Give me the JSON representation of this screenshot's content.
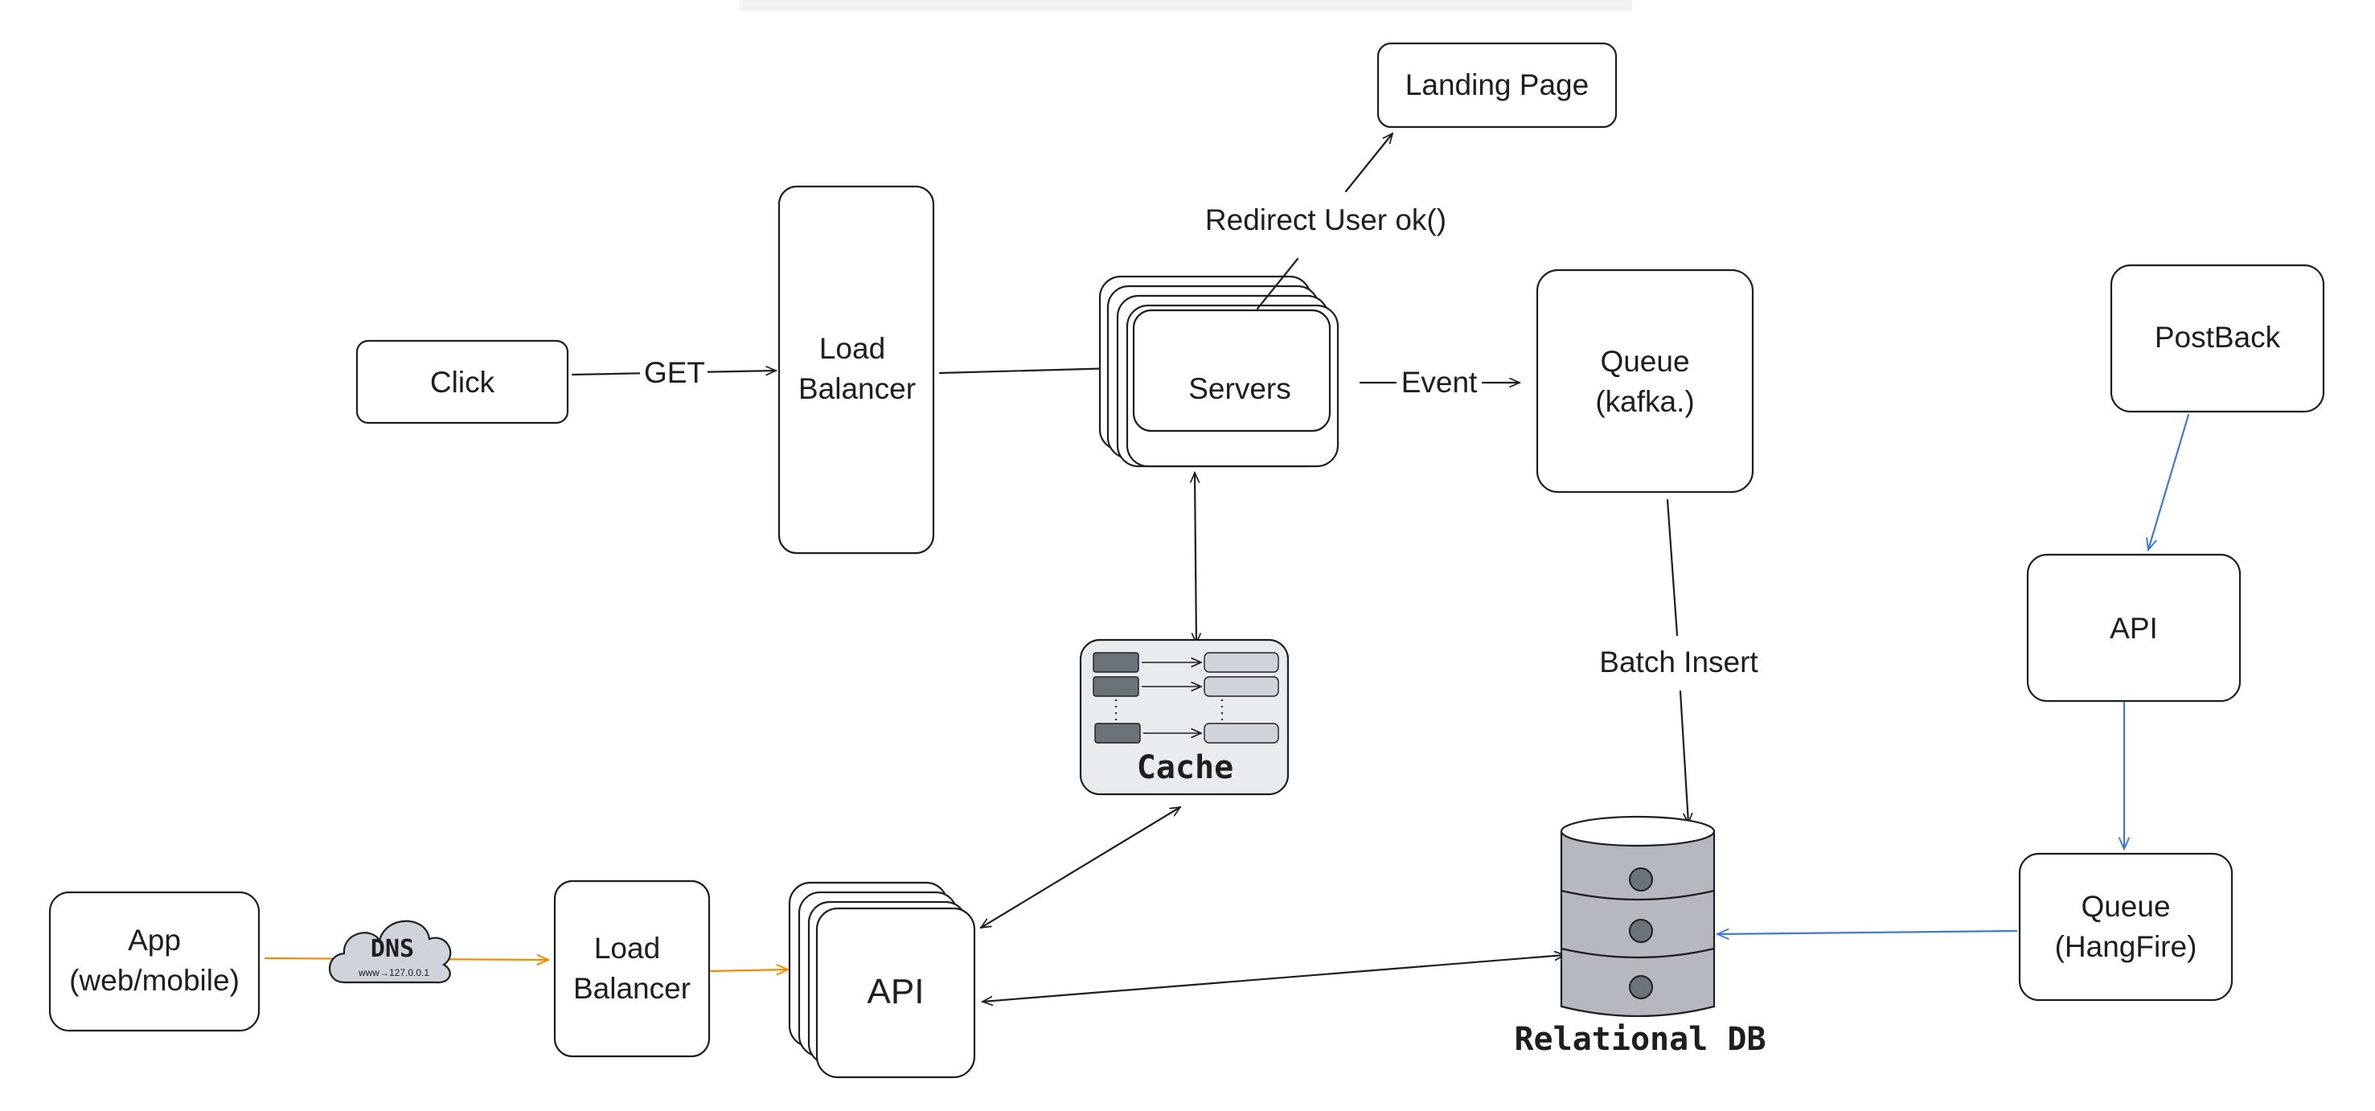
{
  "nodes": {
    "click": "Click",
    "lb_top_line1": "Load",
    "lb_top_line2": "Balancer",
    "servers": "Servers",
    "landing": "Landing Page",
    "queue_kafka_line1": "Queue",
    "queue_kafka_line2": "(kafka.)",
    "postback": "PostBack",
    "api_right": "API",
    "queue_hf_line1": "Queue",
    "queue_hf_line2": "(HangFire)",
    "cache": "Cache",
    "db": "Relational DB",
    "app_line1": "App",
    "app_line2": "(web/mobile)",
    "dns": "DNS",
    "dns_sub": "www→127.0.0.1",
    "lb_bottom_line1": "Load",
    "lb_bottom_line2": "Balancer",
    "api_bottom": "API"
  },
  "edges": {
    "get": "GET",
    "redirect": "Redirect User ok()",
    "event": "Event",
    "batch": "Batch Insert"
  },
  "colors": {
    "stroke": "#1e1e1e",
    "blue_arrow": "#3b7bd4",
    "orange_arrow": "#f08c00",
    "db_fill": "#b5b9bf",
    "cache_fill": "#e9ecef",
    "cache_dark": "#6c727a",
    "cache_light": "#ced4da"
  }
}
